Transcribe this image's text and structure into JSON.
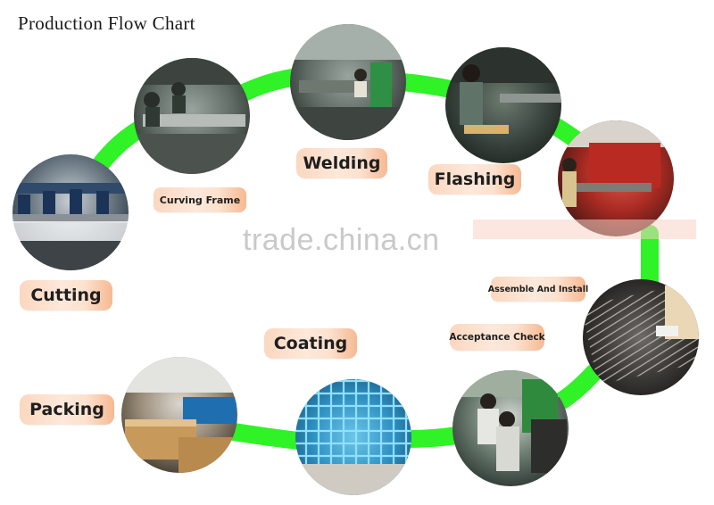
{
  "title": "Production Flow Chart",
  "watermark": "trade.china.cn",
  "steps": {
    "cutting": "Cutting",
    "curving_frame": "Curving Frame",
    "welding": "Welding",
    "flashing": "Flashing",
    "assemble_install": "Assemble And Install",
    "acceptance_check": "Acceptance Check",
    "coating": "Coating",
    "packing": "Packing"
  },
  "colors": {
    "connector": "#2ff227",
    "label_fill": "#fde3d2",
    "label_edge": "#f6b992",
    "watermark": "#c9c9c9"
  }
}
